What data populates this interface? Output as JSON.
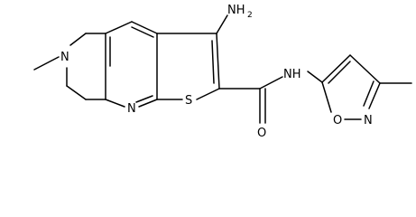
{
  "molecule": {
    "atoms": {
      "amino": {
        "label": "NH",
        "subscript": "2"
      },
      "ring_nitrogen_saturated": {
        "label": "N"
      },
      "pyridine_nitrogen": {
        "label": "N"
      },
      "thiophene_sulfur": {
        "label": "S"
      },
      "carbonyl_oxygen": {
        "label": "O"
      },
      "amide_nitrogen": {
        "label": "NH"
      },
      "isoxazole_oxygen": {
        "label": "O"
      },
      "isoxazole_nitrogen": {
        "label": "N"
      }
    }
  }
}
